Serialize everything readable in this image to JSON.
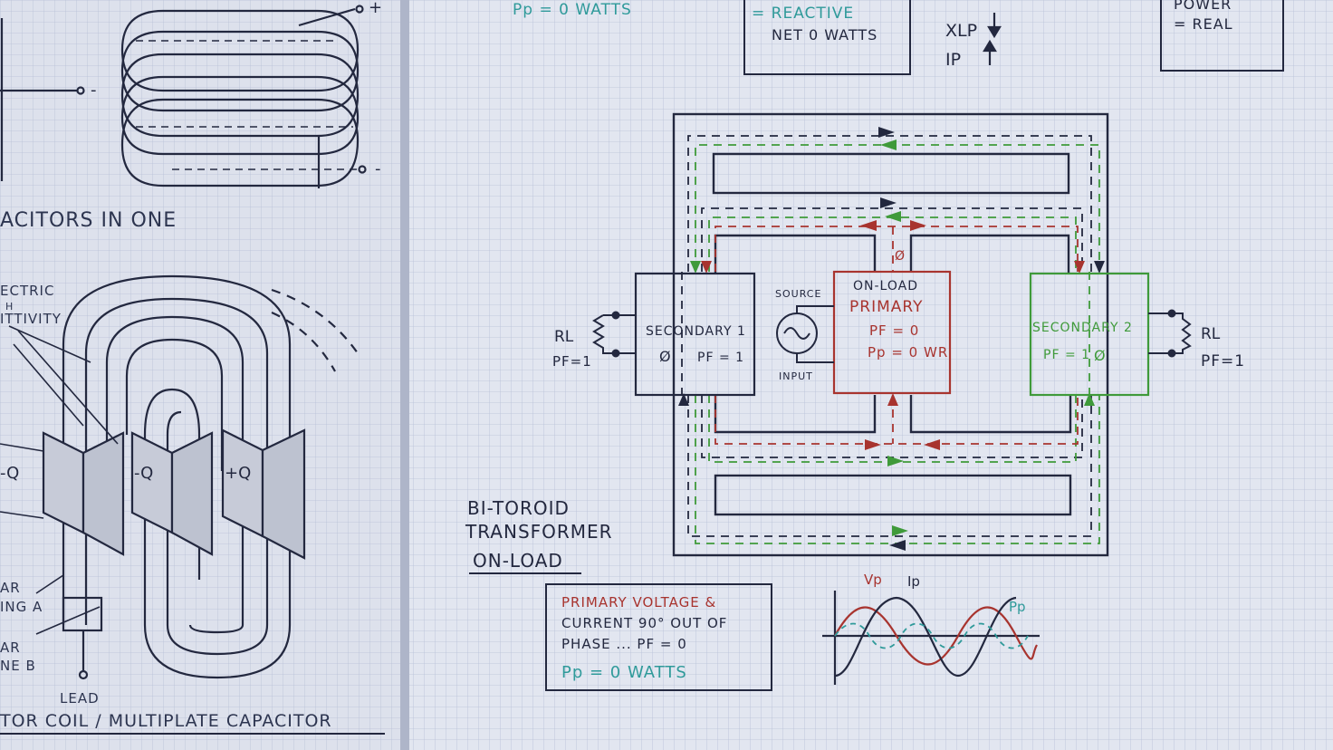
{
  "colors": {
    "paper": "#dfe3ee",
    "grid": "#b9c3d9",
    "ink": "#23283f",
    "red": "#a8342f",
    "green": "#3f9a3a",
    "teal": "#2f9a9a"
  },
  "left_sheet": {
    "caption_top": "ACITORS IN ONE",
    "label_dielectric": "ECTRIC",
    "label_h": "H",
    "label_permittivity": "ITTIVITY",
    "plate_neg_left": "-Q",
    "plate_neg_mid": "-Q",
    "plate_pos": "+Q",
    "label_bar_a_1": "AR",
    "label_bar_a_2": "ING A",
    "label_bar_b_1": "AR",
    "label_bar_b_2": "NE B",
    "lead": "LEAD",
    "bottom_caption": "TOR COIL / MULTIPLATE CAPACITOR",
    "terminal_plus": "+",
    "terminal_minus_1": "-",
    "terminal_minus_2": "-"
  },
  "top_fragments": {
    "pp_watts": "Pp = 0 WATTS",
    "reactive": "= REACTIVE",
    "net_watts": "NET 0 WATTS",
    "xlp": "XLP",
    "ip": "IP",
    "power": "POWER",
    "real": "= REAL"
  },
  "transformer": {
    "title_line1": "BI-TOROID",
    "title_line2": "TRANSFORMER",
    "title_line3": "ON-LOAD",
    "secondary1": {
      "name": "SECONDARY 1",
      "phi": "Ø",
      "pf": "PF = 1"
    },
    "secondary2": {
      "name": "SECONDARY 2",
      "pf": "PF = 1",
      "phi": "Ø"
    },
    "primary": {
      "line1": "ON-LOAD",
      "line2": "PRIMARY",
      "line3": "PF = 0",
      "line4": "Pp = 0 WR"
    },
    "source_label": "SOURCE",
    "input_label": "INPUT",
    "phi_center": "Ø",
    "left_load": {
      "rl": "RL",
      "pf": "PF=1"
    },
    "right_load": {
      "rl": "RL",
      "pf": "PF=1"
    }
  },
  "note_box": {
    "line1": "PRIMARY VOLTAGE &",
    "line2": "CURRENT 90° OUT OF",
    "line3": "PHASE ... PF = 0",
    "line4": "Pp = 0 WATTS"
  },
  "waveform": {
    "label_vp": "Vp",
    "label_ip": "Ip",
    "label_pp": "Pp"
  }
}
